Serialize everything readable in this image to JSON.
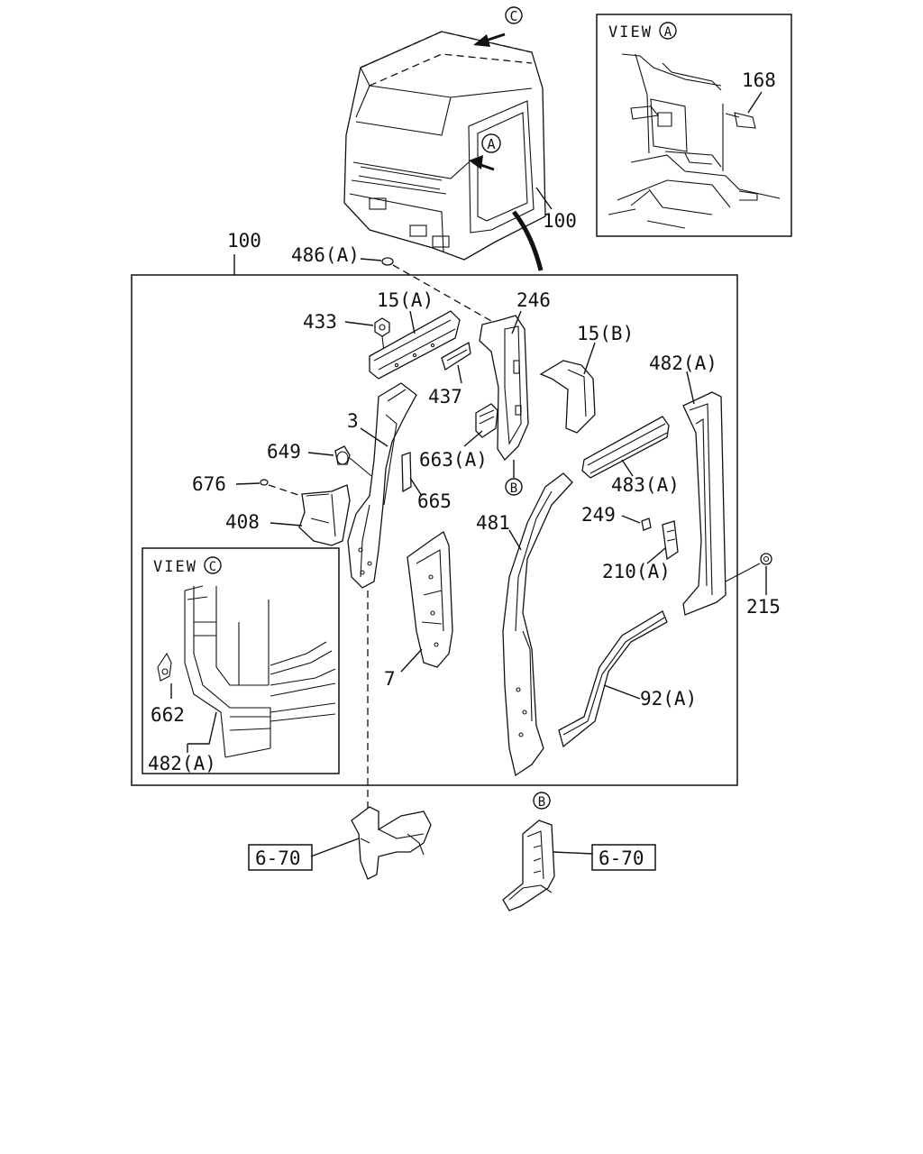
{
  "labels": {
    "assembly_top": "100",
    "cab_100": "100",
    "p486a": "486(A)",
    "p433": "433",
    "p15a": "15(A)",
    "p246": "246",
    "p15b": "15(B)",
    "p482a": "482(A)",
    "p437": "437",
    "p3": "3",
    "p663a": "663(A)",
    "p649": "649",
    "p665": "665",
    "p676": "676",
    "p483a": "483(A)",
    "p408": "408",
    "p481": "481",
    "p249": "249",
    "p210a": "210(A)",
    "p215": "215",
    "p7": "7",
    "p92a": "92(A)",
    "p168": "168",
    "p662": "662",
    "p482a_view": "482(A)",
    "ref_left": "6-70",
    "ref_right": "6-70"
  },
  "callouts": {
    "c_top": "C",
    "a_cab": "A",
    "b_pillar": "B",
    "b_bottom": "B",
    "view_a": "A",
    "view_c": "C"
  },
  "views": {
    "view_a_prefix": "VIEW",
    "view_c_prefix": "VIEW"
  }
}
